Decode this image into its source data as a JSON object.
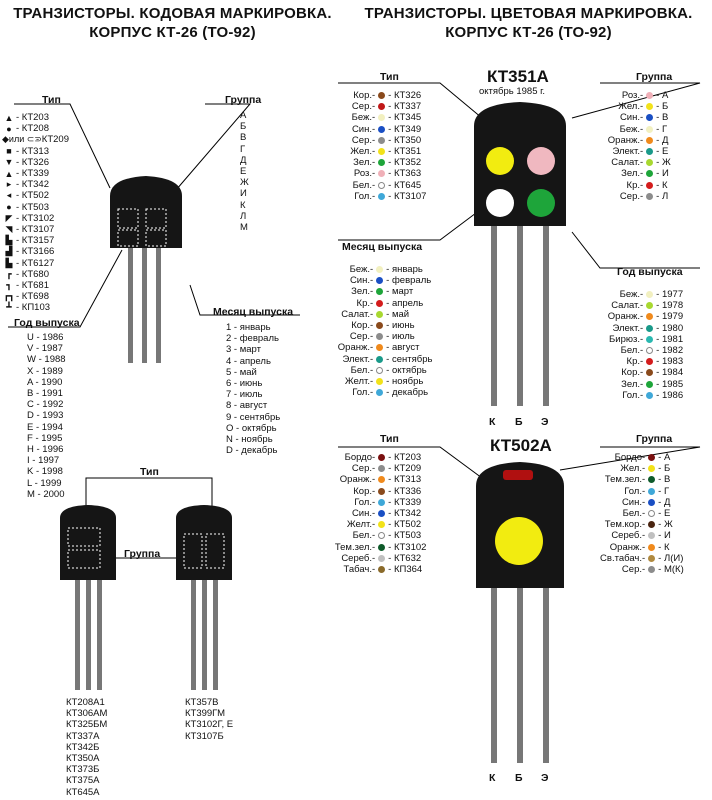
{
  "left": {
    "title_line1": "ТРАНЗИСТОРЫ. КОДОВАЯ МАРКИРОВКА.",
    "title_line2": "КОРПУС КТ-26 (ТО-92)",
    "type_label": "Тип",
    "group_label": "Группа",
    "month_label": "Месяц выпуска",
    "year_label": "Год выпуска",
    "types": [
      {
        "sym": "▲",
        "text": "- КТ203"
      },
      {
        "sym": "●",
        "text": "- КТ208"
      },
      {
        "sym": "◆или ⊂⊃",
        "text": "- КТ209"
      },
      {
        "sym": "■",
        "text": "- КТ313"
      },
      {
        "sym": "▼",
        "text": "- КТ326"
      },
      {
        "sym": "▲",
        "text": "- КТ339"
      },
      {
        "sym": "▸",
        "text": "- КТ342"
      },
      {
        "sym": "◂",
        "text": "- КТ502"
      },
      {
        "sym": "●",
        "text": "- КТ503"
      },
      {
        "sym": "◤",
        "text": "- КТ3102"
      },
      {
        "sym": "◥",
        "text": "- КТ3107"
      },
      {
        "sym": "▙",
        "text": "- КТ3157"
      },
      {
        "sym": "▟",
        "text": "- КТ3166"
      },
      {
        "sym": "▙",
        "text": "- КТ6127"
      },
      {
        "sym": "┏",
        "text": "- КТ680"
      },
      {
        "sym": "┓",
        "text": "- КТ681"
      },
      {
        "sym": "┏┓",
        "text": "- КТ698"
      },
      {
        "sym": "┻",
        "text": "- КП103"
      }
    ],
    "groups": [
      "А",
      "Б",
      "В",
      "Г",
      "Д",
      "Е",
      "Ж",
      "И",
      "К",
      "Л",
      "М"
    ],
    "months": [
      "1 - январь",
      "2 - февраль",
      "3 - март",
      "4 - апрель",
      "5 - май",
      "6 - июнь",
      "7 - июль",
      "8 - август",
      "9 - сентябрь",
      "О - октябрь",
      "N - ноябрь",
      "D - декабрь"
    ],
    "years": [
      "U - 1986",
      "V - 1987",
      "W - 1988",
      "X - 1989",
      "A - 1990",
      "B - 1991",
      "C - 1992",
      "D - 1993",
      "E - 1994",
      "F - 1995",
      "H - 1996",
      "I - 1997",
      "K - 1998",
      "L - 1999",
      "M - 2000"
    ],
    "bottom_type_label": "Тип",
    "bottom_group_label": "Группа",
    "bottom_list_a": [
      "КТ208А1",
      "КТ306АМ",
      "КТ325БМ",
      "КТ337А",
      "КТ342Б",
      "КТ350А",
      "КТ373Б",
      "КТ375А",
      "КТ645А"
    ],
    "bottom_list_b": [
      "КТ357В",
      "КТ399ГМ",
      "КТ3102Г, Е",
      "КТ3107Б"
    ]
  },
  "right": {
    "title_line1": "ТРАНЗИСТОРЫ. ЦВЕТОВАЯ МАРКИРОВКА.",
    "title_line2": "КОРПУС КТ-26 (ТО-92)",
    "kt351": {
      "name": "КТ351А",
      "date": "октябрь 1985 г.",
      "type_label": "Тип",
      "group_label": "Группа",
      "month_label": "Месяц выпуска",
      "year_label": "Год выпуска",
      "pins": [
        "К",
        "Б",
        "Э"
      ],
      "types": [
        {
          "c": "Кор.",
          "col": "#8a4a1c",
          "t": "- КТ326"
        },
        {
          "c": "Сер.",
          "col": "#c01818",
          "t": "- КТ337"
        },
        {
          "c": "Беж.",
          "col": "#f2f0c0",
          "t": "- КТ345"
        },
        {
          "c": "Син.",
          "col": "#1a4fc4",
          "t": "- КТ349"
        },
        {
          "c": "Сер.",
          "col": "#8c8c8c",
          "t": "- КТ350"
        },
        {
          "c": "Жел.",
          "col": "#f2e21a",
          "t": "- КТ351"
        },
        {
          "c": "Зел.",
          "col": "#1ea53a",
          "t": "- КТ352"
        },
        {
          "c": "Роз.",
          "col": "#f0b0b8",
          "t": "- КТ363"
        },
        {
          "c": "Бел.",
          "col": "#ffffff",
          "t": "- КТ645"
        },
        {
          "c": "Гол.",
          "col": "#3fa8d8",
          "t": "- КТ3107"
        }
      ],
      "groups": [
        {
          "c": "Роз.",
          "col": "#f0b0b8",
          "t": "- А"
        },
        {
          "c": "Жел.",
          "col": "#f2e21a",
          "t": "- Б"
        },
        {
          "c": "Син.",
          "col": "#1a4fc4",
          "t": "- В"
        },
        {
          "c": "Беж.",
          "col": "#f2f0c0",
          "t": "- Г"
        },
        {
          "c": "Оранж.",
          "col": "#f08a1c",
          "t": "- Д"
        },
        {
          "c": "Элект.",
          "col": "#1a9a8a",
          "t": "- Е"
        },
        {
          "c": "Салат.",
          "col": "#a8d830",
          "t": "- Ж"
        },
        {
          "c": "Зел.",
          "col": "#1ea53a",
          "t": "- И"
        },
        {
          "c": "Кр.",
          "col": "#d41c1c",
          "t": "- К"
        },
        {
          "c": "Сер.",
          "col": "#8c8c8c",
          "t": "- Л"
        }
      ],
      "months": [
        {
          "c": "Беж.",
          "col": "#f2f0c0",
          "t": "- январь"
        },
        {
          "c": "Син.",
          "col": "#1a4fc4",
          "t": "- февраль"
        },
        {
          "c": "Зел.",
          "col": "#1ea53a",
          "t": "- март"
        },
        {
          "c": "Кр.",
          "col": "#d41c1c",
          "t": "- апрель"
        },
        {
          "c": "Салат.",
          "col": "#a8d830",
          "t": "- май"
        },
        {
          "c": "Кор.",
          "col": "#8a4a1c",
          "t": "- июнь"
        },
        {
          "c": "Сер.",
          "col": "#8c8c8c",
          "t": "- июль"
        },
        {
          "c": "Оранж.",
          "col": "#f08a1c",
          "t": "- август"
        },
        {
          "c": "Элект.",
          "col": "#1a9a8a",
          "t": "- сентябрь"
        },
        {
          "c": "Бел.",
          "col": "#ffffff",
          "t": "- октябрь"
        },
        {
          "c": "Желт.",
          "col": "#f2e21a",
          "t": "- ноябрь"
        },
        {
          "c": "Гол.",
          "col": "#3fa8d8",
          "t": "- декабрь"
        }
      ],
      "years": [
        {
          "c": "Беж.",
          "col": "#f2f0c0",
          "t": "- 1977"
        },
        {
          "c": "Салат.",
          "col": "#a8d830",
          "t": "- 1978"
        },
        {
          "c": "Оранж.",
          "col": "#f08a1c",
          "t": "- 1979"
        },
        {
          "c": "Элект.",
          "col": "#1a9a8a",
          "t": "- 1980"
        },
        {
          "c": "Бирюз.",
          "col": "#2ab8b0",
          "t": "- 1981"
        },
        {
          "c": "Бел.",
          "col": "#ffffff",
          "t": "- 1982"
        },
        {
          "c": "Кр.",
          "col": "#d41c1c",
          "t": "- 1983"
        },
        {
          "c": "Кор.",
          "col": "#8a4a1c",
          "t": "- 1984"
        },
        {
          "c": "Зел.",
          "col": "#1ea53a",
          "t": "- 1985"
        },
        {
          "c": "Гол.",
          "col": "#3fa8d8",
          "t": "- 1986"
        }
      ]
    },
    "kt502": {
      "name": "КТ502А",
      "type_label": "Тип",
      "group_label": "Группа",
      "pins": [
        "К",
        "Б",
        "Э"
      ],
      "types": [
        {
          "c": "Бордо",
          "col": "#7a1010",
          "t": "- КТ203"
        },
        {
          "c": "Сер.",
          "col": "#8c8c8c",
          "t": "- КТ209"
        },
        {
          "c": "Оранж.",
          "col": "#f08a1c",
          "t": "- КТ313"
        },
        {
          "c": "Кор.",
          "col": "#8a4a1c",
          "t": "- КТ336"
        },
        {
          "c": "Гол.",
          "col": "#3fa8d8",
          "t": "- КТ339"
        },
        {
          "c": "Син.",
          "col": "#1a4fc4",
          "t": "- КТ342"
        },
        {
          "c": "Желт.",
          "col": "#f2e21a",
          "t": "- КТ502"
        },
        {
          "c": "Бел.",
          "col": "#ffffff",
          "t": "- КТ503"
        },
        {
          "c": "Тем.зел.",
          "col": "#0e5a2a",
          "t": "- КТ3102"
        },
        {
          "c": "Сереб.",
          "col": "#c0c0c0",
          "t": "- КТ632"
        },
        {
          "c": "Табач.",
          "col": "#8a6a2a",
          "t": "- КП364"
        }
      ],
      "groups": [
        {
          "c": "Бордо",
          "col": "#7a1010",
          "t": "- А"
        },
        {
          "c": "Жел.",
          "col": "#f2e21a",
          "t": "- Б"
        },
        {
          "c": "Тем.зел.",
          "col": "#0e5a2a",
          "t": "- В"
        },
        {
          "c": "Гол.",
          "col": "#3fa8d8",
          "t": "- Г"
        },
        {
          "c": "Син.",
          "col": "#1a4fc4",
          "t": "- Д"
        },
        {
          "c": "Бел.",
          "col": "#ffffff",
          "t": "- Е"
        },
        {
          "c": "Тем.кор.",
          "col": "#4a2410",
          "t": "- Ж"
        },
        {
          "c": "Сереб.",
          "col": "#c0c0c0",
          "t": "- И"
        },
        {
          "c": "Оранж.",
          "col": "#f08a1c",
          "t": "- К"
        },
        {
          "c": "Св.табач.",
          "col": "#b08a40",
          "t": "- Л(И)"
        },
        {
          "c": "Сер.",
          "col": "#8c8c8c",
          "t": "- М(К)"
        }
      ]
    }
  }
}
